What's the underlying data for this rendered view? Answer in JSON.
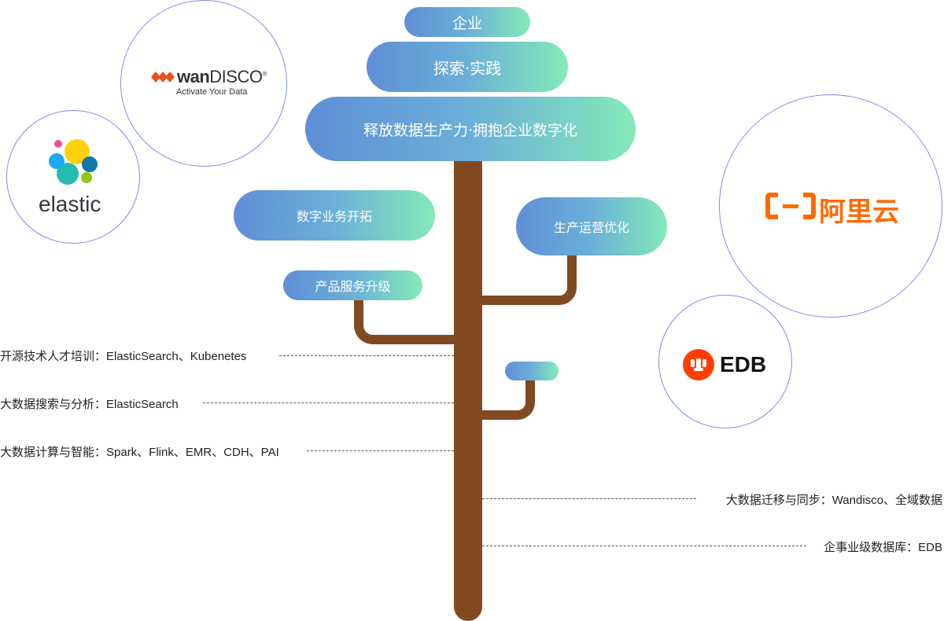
{
  "crown": {
    "top": "企业",
    "middle": "探索·实践",
    "bottom": "释放数据生产力·拥抱企业数字化"
  },
  "branches": {
    "digital_business": "数字业务开拓",
    "production_ops": "生产运营优化",
    "product_service": "产品服务升级",
    "small_unlabeled": ""
  },
  "left_items": [
    "开源技术人才培训：ElasticSearch、Kubenetes",
    "大数据搜索与分析：ElasticSearch",
    "大数据计算与智能：Spark、Flink、EMR、CDH、PAI"
  ],
  "right_items": [
    "大数据迁移与同步：Wandisco、全域数据",
    "企事业级数据库：EDB"
  ],
  "logos": {
    "wandisco": {
      "name_a": "wan",
      "name_b": "DISCO",
      "mark": "®",
      "tagline": "Activate Your Data",
      "icon": "wandisco-chevrons-icon"
    },
    "elastic": {
      "name": "elastic",
      "icon": "elastic-cluster-icon"
    },
    "aliyun": {
      "name": "阿里云",
      "icon": "aliyun-bracket-icon"
    },
    "edb": {
      "name": "EDB",
      "icon": "edb-elephant-icon"
    }
  },
  "colors": {
    "trunk": "#824a22",
    "pill_start": "#5f8ed6",
    "pill_end": "#84eab8",
    "circle_border": "#7f8cf0",
    "aliyun_orange": "#ff6a00",
    "edb_red": "#ff3e00"
  }
}
